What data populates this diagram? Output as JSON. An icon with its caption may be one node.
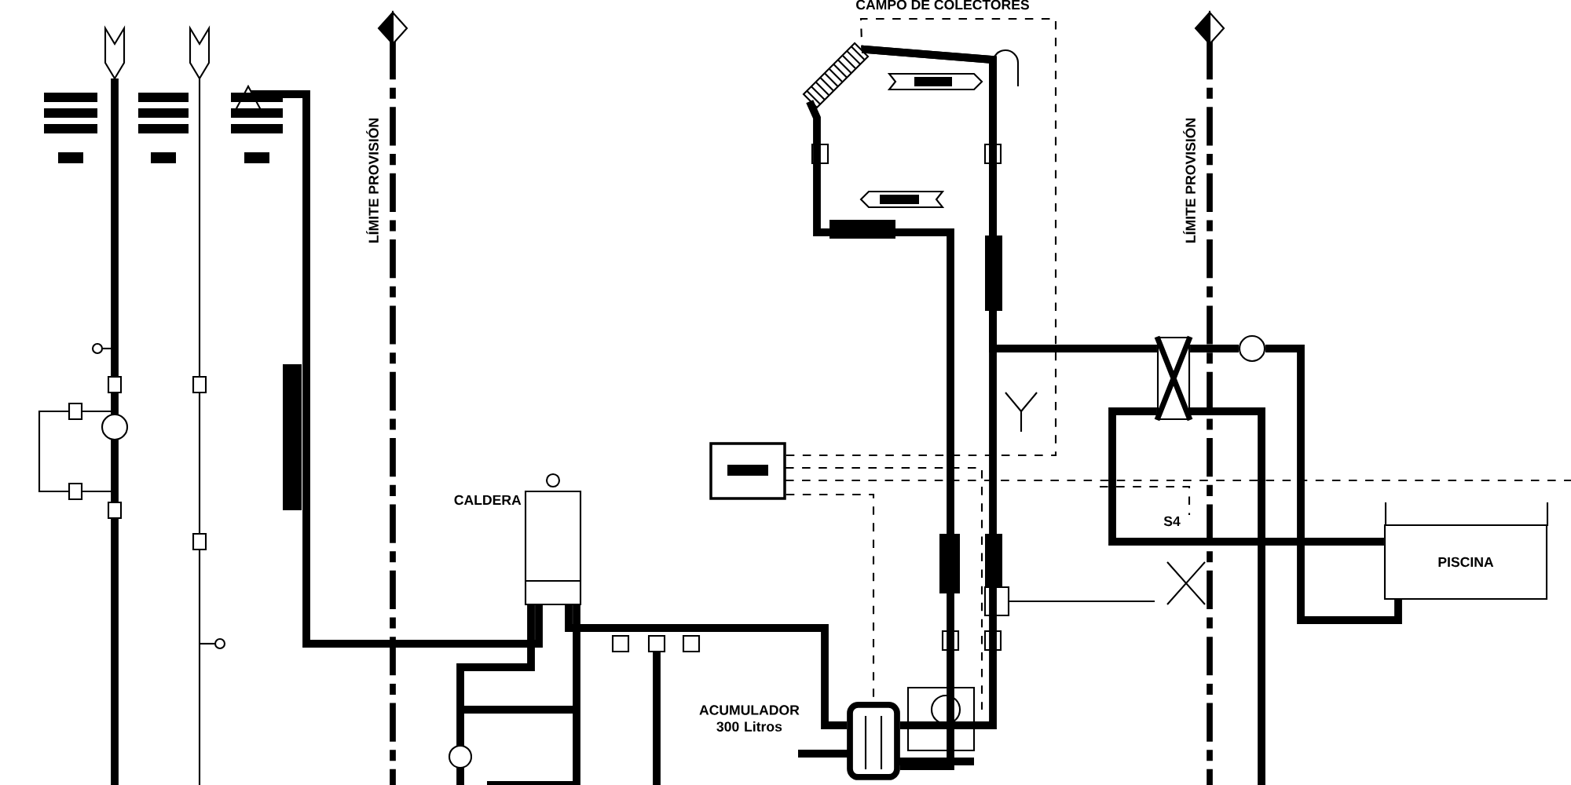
{
  "diagram": {
    "nodes": [
      {
        "text": [],
        "shape": "picture"
      },
      {
        "text": [
          "CALDERA"
        ]
      },
      {
        "text": [
          "ACUMULADOR 300 Litros"
        ]
      },
      {
        "text": [],
        "shape": "box"
      },
      {
        "text": [],
        "shape": "box"
      },
      {
        "text": [
          "PISCINA"
        ]
      },
      {
        "text": [],
        "shape": "circle"
      }
    ],
    "edges": [
      {
        "from": 0,
        "to": 2,
        "arrow": "none"
      },
      {
        "from": 0,
        "to": 2,
        "arrow": "none"
      },
      {
        "from": 1,
        "to": 2,
        "arrow": "none"
      },
      {
        "from": 4,
        "to": 6,
        "arrow": "none"
      },
      {
        "from": 6,
        "to": 5,
        "arrow": "none"
      },
      {
        "from": 5,
        "to": 4,
        "arrow": "none"
      },
      {
        "from": 0,
        "to": 4,
        "arrow": "none"
      },
      {
        "from": 3,
        "to": 0,
        "arrow": "none",
        "style": "dashed"
      },
      {
        "from": 3,
        "to": 2,
        "arrow": "none",
        "style": "dashed"
      }
    ],
    "labels": [
      "CAMPO DE COLECTORES",
      "LÍMITE PROVISIÓN",
      "LÍMITE PROVISIÓN",
      "S4"
    ]
  }
}
